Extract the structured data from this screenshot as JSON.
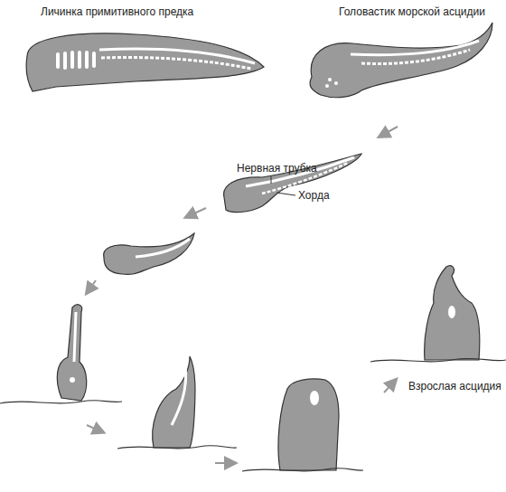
{
  "diagram": {
    "labels": [
      "Личинка примитивного предка",
      "Головастик морской асцидии",
      "Нервная трубка",
      "Хорда",
      "Взрослая асцидия"
    ]
  }
}
